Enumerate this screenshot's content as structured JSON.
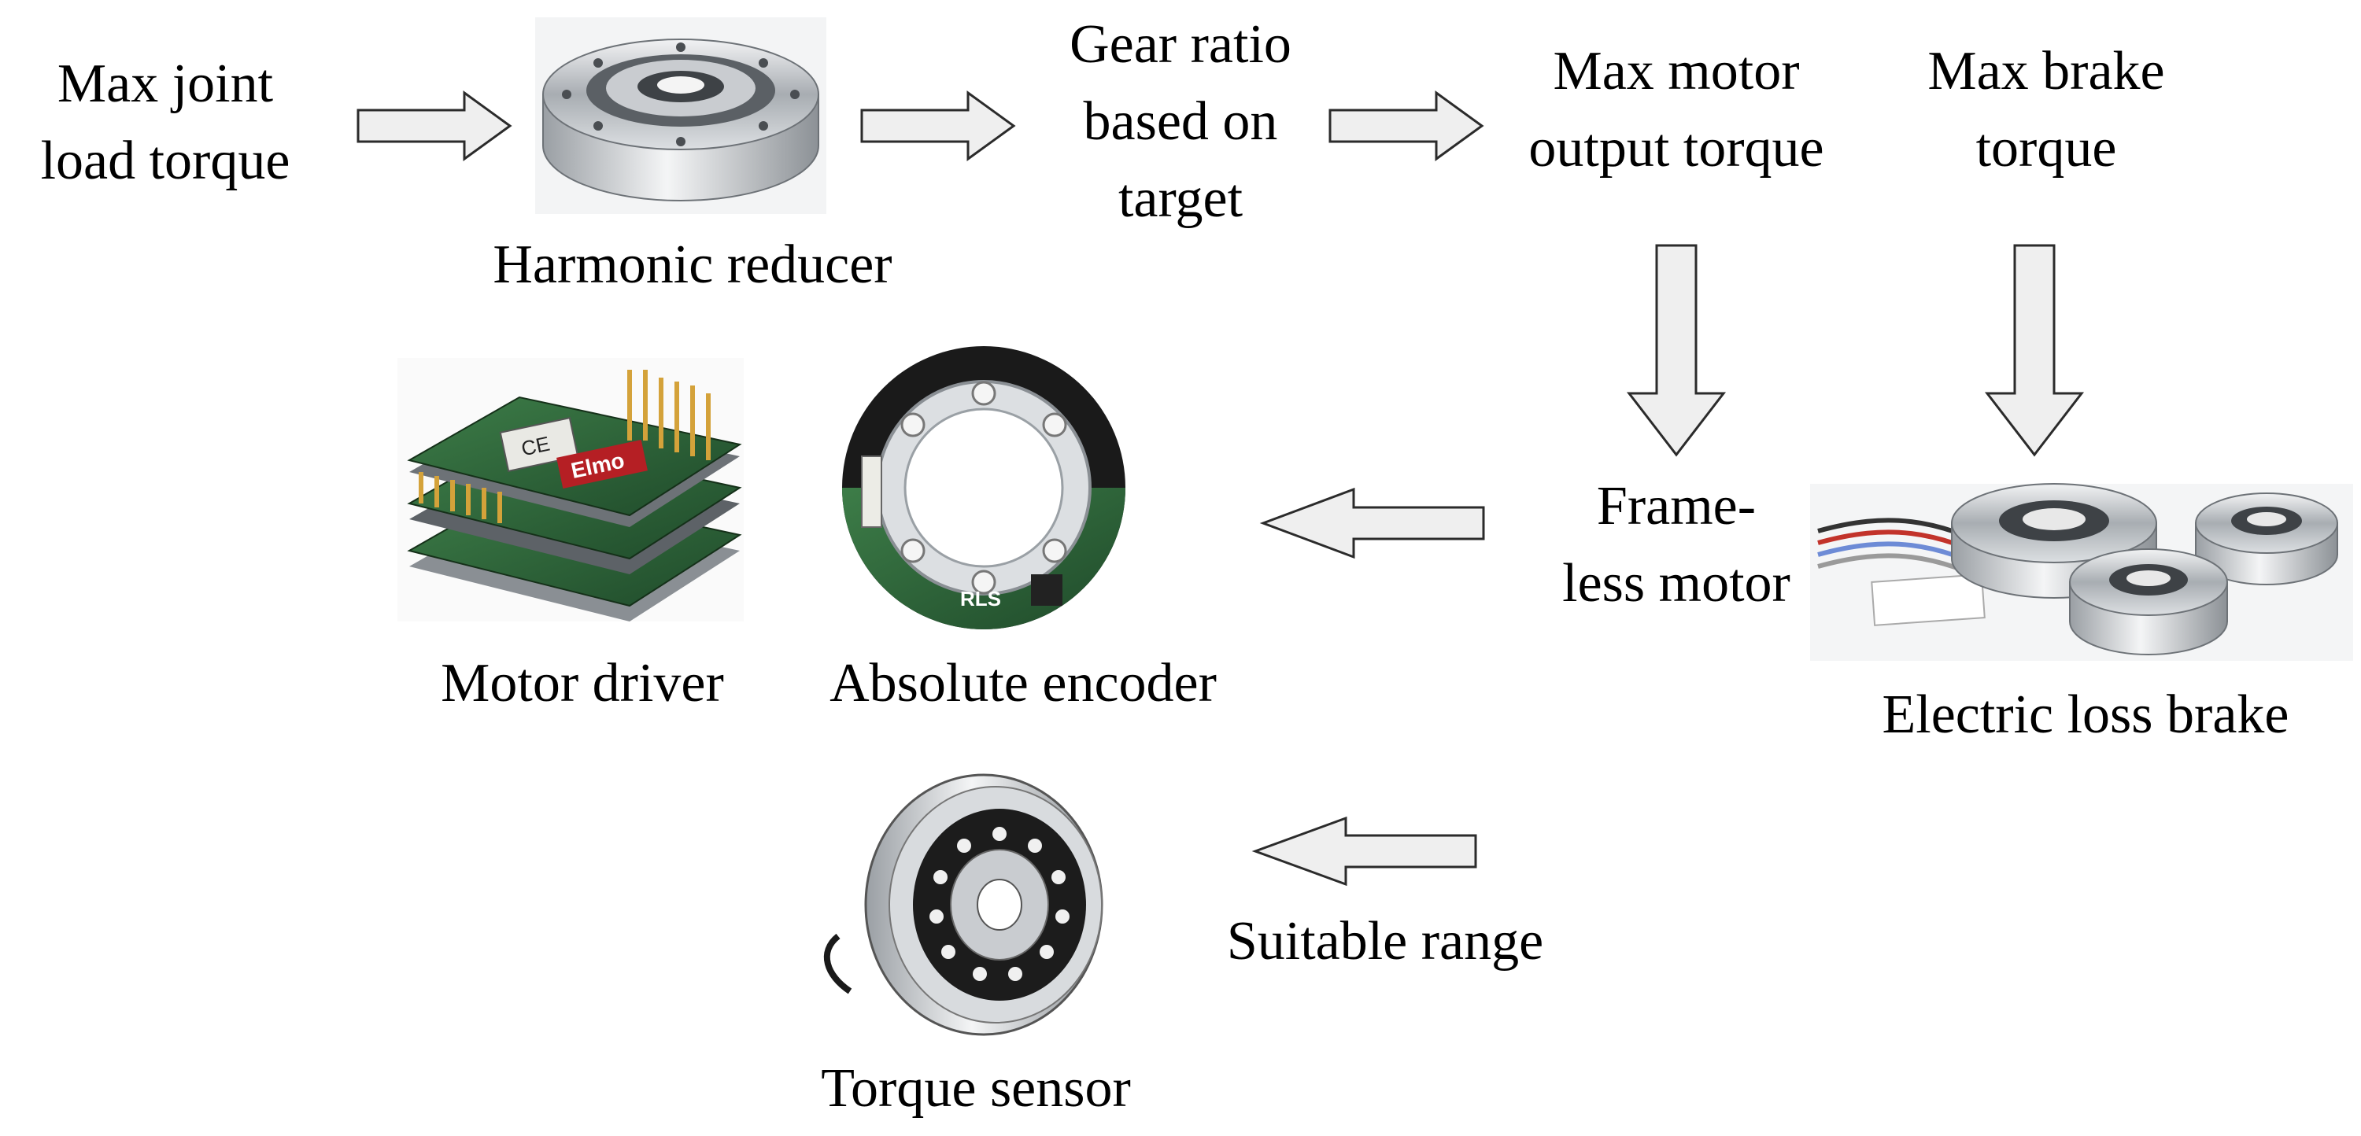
{
  "texts": {
    "max_joint_load_torque": "Max joint\nload torque",
    "gear_ratio": "Gear ratio\nbased on\ntarget",
    "max_motor_output_torque": "Max motor\noutput torque",
    "max_brake_torque": "Max brake\ntorque",
    "frameless_motor": "Frame-\nless motor",
    "suitable_range": "Suitable range"
  },
  "components": {
    "harmonic_reducer": "Harmonic reducer",
    "motor_driver": "Motor driver",
    "absolute_encoder": "Absolute encoder",
    "electric_loss_brake": "Electric loss brake",
    "torque_sensor": "Torque sensor"
  },
  "image_text": {
    "driver_brand": "Elmo",
    "driver_mark": "CE",
    "encoder_brand": "RLS"
  },
  "colors": {
    "arrow_fill": "#efefef",
    "arrow_stroke": "#2b2b2b",
    "metal": "#b8bcc0",
    "pcb_green": "#2f6b3a"
  }
}
